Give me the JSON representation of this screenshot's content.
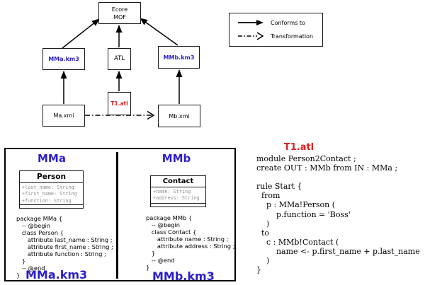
{
  "diagram": {
    "nodes": {
      "ecore": "Ecore\nMOF",
      "mma_km3": "MMa.km3",
      "atl": "ATL",
      "mmb_km3": "MMb.km3",
      "ma_xmi": "Ma.xmi",
      "t1_atl": "T1.atl",
      "mb_xmi": "Mb.xmi"
    },
    "legend": {
      "conforms_to": "Conforms to",
      "transformation": "Transformation"
    }
  },
  "metamodels": {
    "mma": {
      "title": "MMa",
      "class_name": "Person",
      "class_attributes": "+last_name: String\n+first_name: String\n+function: String",
      "code": "package MMa {\n   -- @begin\n   class Person {\n      attribute last_name : String ;\n      attribute first_name : String ;\n      attribute function : String ;\n   }\n   -- @end\n}",
      "file_label": "MMa.km3"
    },
    "mmb": {
      "title": "MMb",
      "class_name": "Contact",
      "class_attributes": "+name: String\n+address: String",
      "code": "package MMb {\n   -- @begin\n   class Contact {\n      attribute name : String ;\n      attribute address : String ;\n   }\n   -- @end\n}",
      "file_label": "MMb.km3"
    }
  },
  "transformation": {
    "title": "T1.atl",
    "code": "module Person2Contact ;\ncreate OUT : MMb from IN : MMa ;\n\nrule Start {\n  from\n    p : MMa!Person (\n        p.function = 'Boss'\n    )\n  to\n    c : MMb!Contact (\n        name <- p.first_name + p.last_name\n    )\n}"
  },
  "colors": {
    "label_blue": "#2a1ecb",
    "label_red": "#e01f1f",
    "attribute_gray": "#8f8f8f",
    "line_black": "#000000"
  }
}
